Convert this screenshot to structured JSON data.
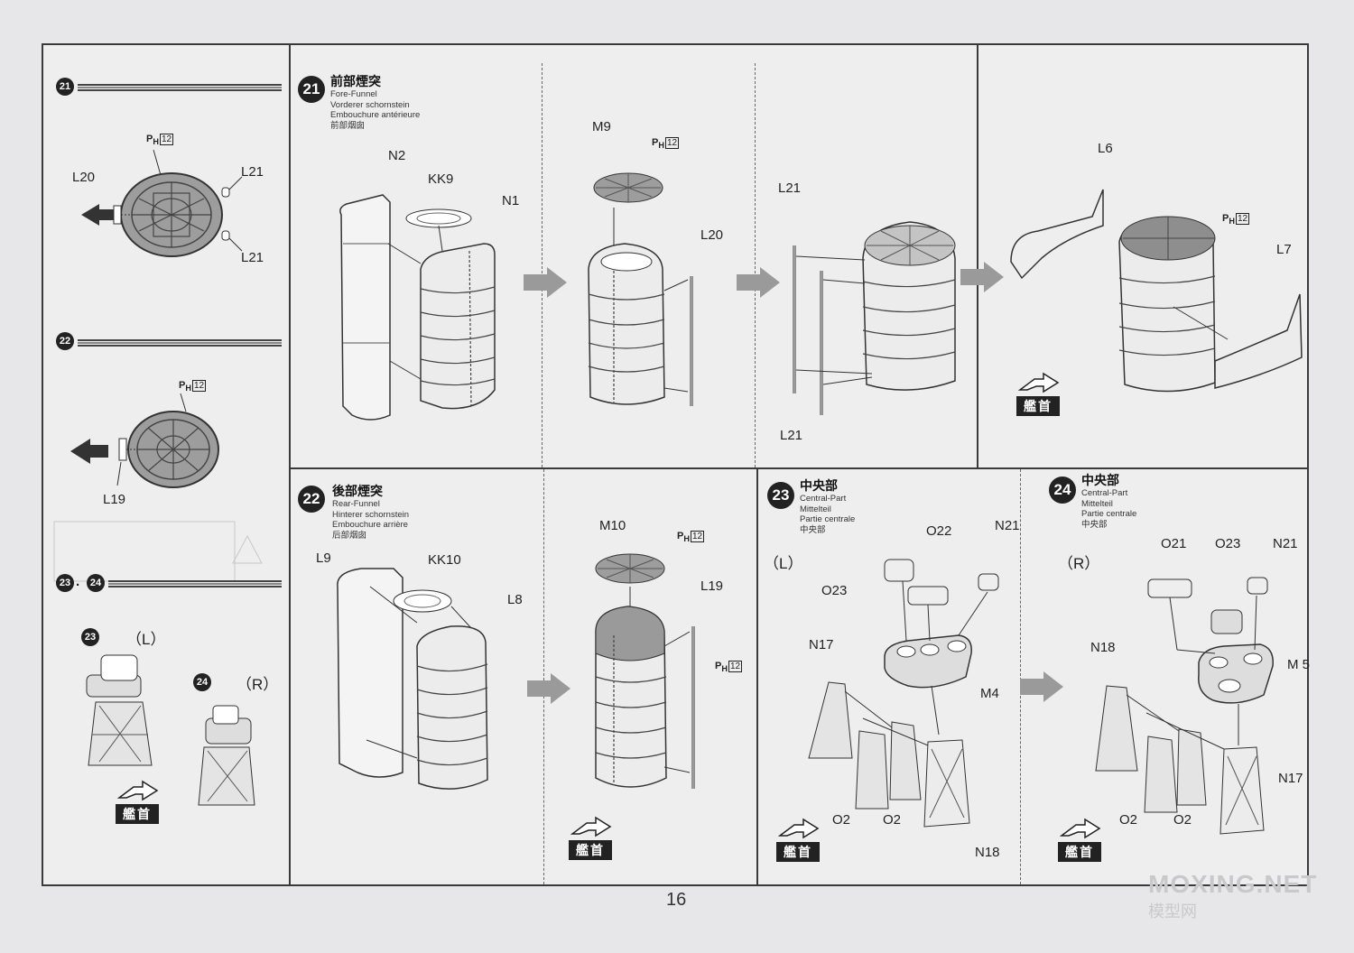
{
  "page_number": "16",
  "watermark": {
    "brand": "MOXING.NET",
    "sub": "模型网"
  },
  "bow_mark": "艦首",
  "sidebar": {
    "step21_badge": "21",
    "step22_badge": "22",
    "step2324_badge_a": "23",
    "step2324_separator": ".",
    "step2324_badge_b": "24",
    "label_L20": "L20",
    "label_L21_top": "L21",
    "label_L21_bottom": "L21",
    "label_L19": "L19",
    "ph_top": "P",
    "ph_top_sub": "H",
    "ph_top_num": "12",
    "ph_mid": "P",
    "ph_mid_sub": "H",
    "ph_mid_num": "12",
    "side_L": "（L）",
    "side_R": "（R）",
    "badge_23": "23",
    "badge_24": "24"
  },
  "step21": {
    "number": "21",
    "title_jp": "前部煙突",
    "title_en": "Fore-Funnel",
    "title_de": "Vorderer schornstein",
    "title_fr": "Embouchure antérieure",
    "title_cn": "前部烟囱",
    "labels": {
      "N2": "N2",
      "KK9": "KK9",
      "N1": "N1",
      "M9": "M9",
      "L20": "L20",
      "L21_a": "L21",
      "L21_b": "L21",
      "L6": "L6",
      "L7": "L7"
    },
    "ph_a": "P",
    "ph_a_sub": "H",
    "ph_a_num": "12",
    "ph_b": "P",
    "ph_b_sub": "H",
    "ph_b_num": "12"
  },
  "step22": {
    "number": "22",
    "title_jp": "後部煙突",
    "title_en": "Rear-Funnel",
    "title_de": "Hinterer schornstein",
    "title_fr": "Embouchure arrière",
    "title_cn": "后部烟囱",
    "labels": {
      "L9": "L9",
      "KK10": "KK10",
      "L8": "L8",
      "M10": "M10",
      "L19": "L19"
    },
    "ph_a": "P",
    "ph_a_sub": "H",
    "ph_a_num": "12",
    "ph_b": "P",
    "ph_b_sub": "H",
    "ph_b_num": "12"
  },
  "step23": {
    "number": "23",
    "title_jp": "中央部",
    "title_en": "Central-Part",
    "title_de": "Mittelteil",
    "title_fr": "Partie centrale",
    "title_cn": "中央部",
    "side": "（L）",
    "labels": {
      "O22": "O22",
      "N21": "N21",
      "O23": "O23",
      "N17": "N17",
      "M4": "M4",
      "O2_a": "O2",
      "O2_b": "O2",
      "N18": "N18"
    }
  },
  "step24": {
    "number": "24",
    "title_jp": "中央部",
    "title_en": "Central-Part",
    "title_de": "Mittelteil",
    "title_fr": "Partie centrale",
    "title_cn": "中央部",
    "side": "（R）",
    "labels": {
      "O21": "O21",
      "O23": "O23",
      "N21": "N21",
      "N18": "N18",
      "M5": "M 5",
      "N17": "N17",
      "O2_a": "O2",
      "O2_b": "O2"
    }
  }
}
